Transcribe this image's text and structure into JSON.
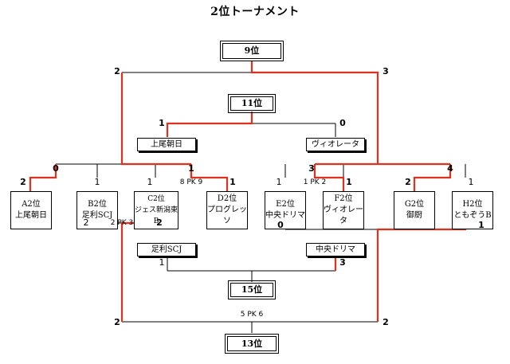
{
  "title": "2位トーナメント",
  "ranks": {
    "r9": "9位",
    "r11": "11位",
    "r15": "15位",
    "r13": "13位"
  },
  "teams": [
    {
      "seed": "A2位",
      "name": "上尾朝日"
    },
    {
      "seed": "B2位",
      "name": "足利SCJ"
    },
    {
      "seed": "C2位",
      "name": "ジェス新潟東B"
    },
    {
      "seed": "D2位",
      "name": "プログレッソ"
    },
    {
      "seed": "E2位",
      "name": "中央ドリマ"
    },
    {
      "seed": "F2位",
      "name": "ヴィオレータ"
    },
    {
      "seed": "G2位",
      "name": "御厨"
    },
    {
      "seed": "H2位",
      "name": "ともぞうB"
    }
  ],
  "mid_names": {
    "left_top": "上尾朝日",
    "right_top": "ヴィオレータ",
    "left_bottom": "足利SCJ",
    "right_bottom": "中央ドリマ"
  },
  "scores": {
    "r1_a": "2",
    "r1_b": "1",
    "r1_c": "1",
    "r1_d": "1",
    "r1_e": "1",
    "r1_f": "1",
    "r1_g": "2",
    "r1_h": "1",
    "r1_cd_pk": "8 PK 9",
    "r1_ef_pk": "1 PK 2",
    "r2_ab": "0",
    "r2_cd": "1",
    "r2_ef": "3",
    "r2_gh": "4",
    "r11_left": "1",
    "r11_right": "0",
    "r9_left": "2",
    "r9_right": "3",
    "lose_b": "2",
    "lose_c": "2",
    "lose_bc_pk": "2 PK 3",
    "lose_e": "0",
    "lose_h": "1",
    "r15_left": "1",
    "r15_right": "3",
    "r13_left": "2",
    "r13_right": "2",
    "r13_pk": "5 PK 6"
  },
  "colors": {
    "winner_line": "#e0301e",
    "line": "#000000"
  }
}
